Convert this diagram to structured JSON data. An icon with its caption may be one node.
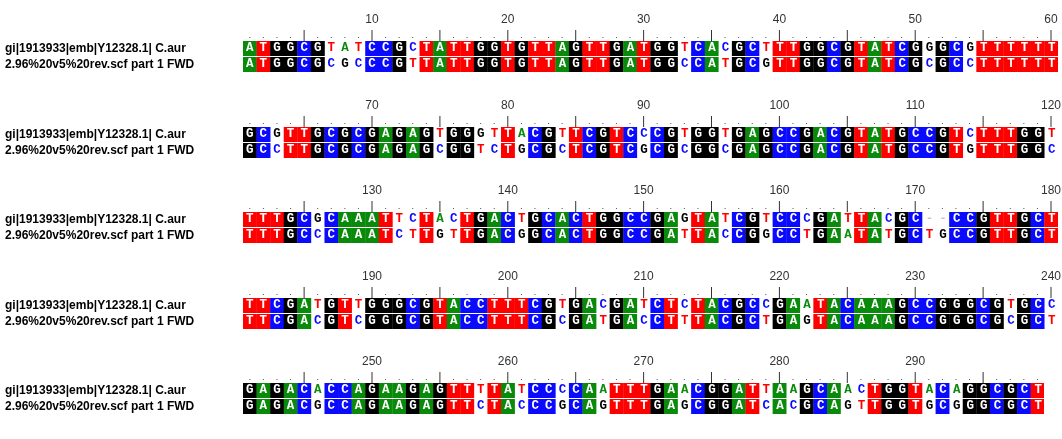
{
  "diagram": {
    "labels": [
      "10",
      "20",
      "30",
      "40",
      "50",
      "60",
      "gi|1913933|emb|Y12328.1| C.aur",
      "ATGGCGTATCCGCTATTGGTGTTAGTTGATGGTCACGCTTTGGCGTATCGGGCGTTTTTT",
      "2.96%20v5%20rev.scf part 1 FWD",
      "ATGGCGCGCCCGTTATTGGTGTTAGTTGATGGCCATGCGTTGGCGTATCGCGCCTTTTTT",
      "70",
      "80",
      "90",
      "100",
      "110",
      "120",
      "gi|1913933|emb|Y12328.1| C.aur",
      "GCGTTGCGCGAGAGTGGGTTACGTTCGTCCCGTGGTGAGCCGACGTATGCCGTCTTTGGT",
      "2.96%20v5%20rev.scf part 1 FWD",
      "GCCTTGCGCGAGAGCGGTCTGCGCTCGTCGCGCGGCGAGCCGACGTATGCCGTGTTTGGC",
      "130",
      "140",
      "150",
      "160",
      "170",
      "180",
      "gi|1913933|emb|Y12328.1| C.aur",
      "TTTGCGCAAATTCTACTGACTGCACTGGCCGAGTATCGTCCCGATTACGC--CCGTTGCT",
      "2.96%20v5%20rev.scf part 1 FWD",
      "TTTGCCCAAATCTTGTTGACGGCACTGGCCGATTACCGGCCTGAATATGCTGCCGTTGCT",
      "190",
      "200",
      "210",
      "220",
      "230",
      "240",
      "gi|1913933|emb|Y12328.1| C.aur",
      "TTCGATGTTGGGCGTACCTTTCGTGACGATCTCTACGCCGAATACAAAGCCGGGCGTGCC",
      "2.96%20v5%20rev.scf part 1 FWD",
      "TTCGACGTCGGGCGTACCTTTCGCGATGACCTTTACGCTGAGTACAAAGCCGGGCGCGCT",
      "250",
      "260",
      "270",
      "280",
      "290",
      "gi|1913933|emb|Y12328.1| C.aur",
      "GAGACACCAGAAGAGTTTTATCCCCAATTTGAACGGATTAAGCAACTGGTACAGGCGCT",
      "2.96%20v5%20rev.scf part 1 FWD",
      "GAGACGCCAGAAGAGTTCTACCCGCAGTTTGAGCGGATCACGCAGTTGGTGCGGGCGCT"
    ]
  }
}
